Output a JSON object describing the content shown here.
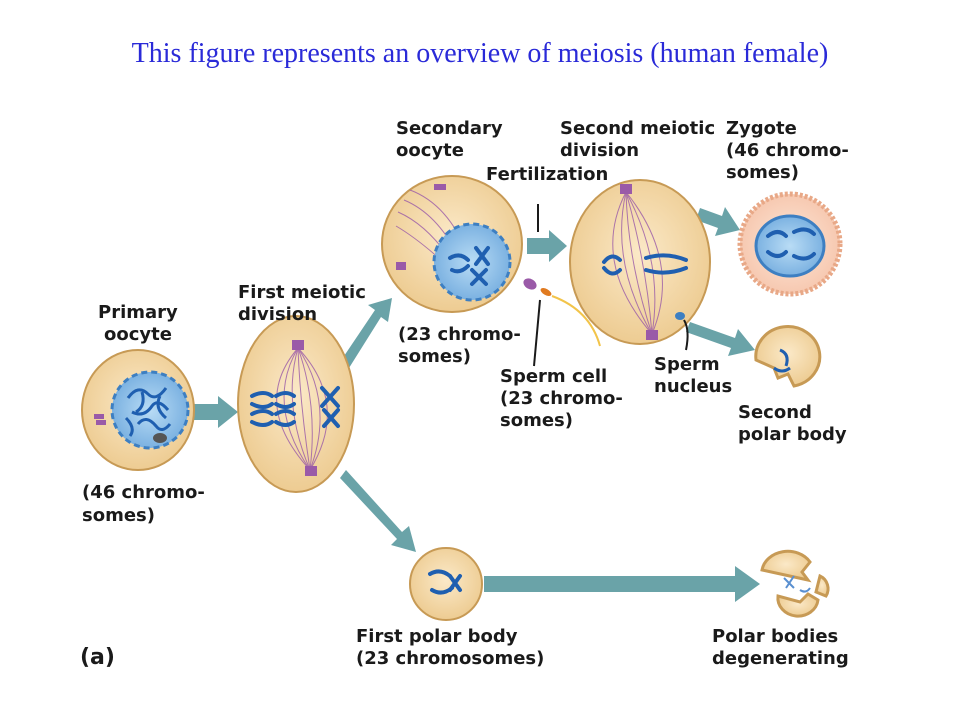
{
  "title": "This figure represents an overview of meiosis (human female)",
  "labels": {
    "primary_oocyte": [
      "Primary",
      "oocyte"
    ],
    "primary_chromo": [
      "(46 chromo-",
      "somes)"
    ],
    "first_division": [
      "First meiotic",
      "division"
    ],
    "secondary_oocyte": [
      "Secondary",
      "oocyte"
    ],
    "secondary_chromo": [
      "(23 chromo-",
      "somes)"
    ],
    "fertilization": "Fertilization",
    "second_division": [
      "Second meiotic",
      "division"
    ],
    "zygote": [
      "Zygote",
      "(46 chromo-",
      "somes)"
    ],
    "sperm_cell": [
      "Sperm cell",
      "(23 chromo-",
      "somes)"
    ],
    "sperm_nucleus": [
      "Sperm",
      "nucleus"
    ],
    "second_polar": [
      "Second",
      "polar body"
    ],
    "first_polar": [
      "First polar body",
      "(23 chromosomes)"
    ],
    "polar_degen": [
      "Polar bodies",
      "degenerating"
    ],
    "panel": "(a)"
  },
  "colors": {
    "title": "#2a2ad8",
    "cell_fill": "#f4d9a8",
    "cell_stroke": "#c79a55",
    "arrow": "#6aa3a8",
    "nucleus": "#8fc0e8",
    "chromosome": "#1f5fb0",
    "spindle": "#9a5aa8"
  }
}
